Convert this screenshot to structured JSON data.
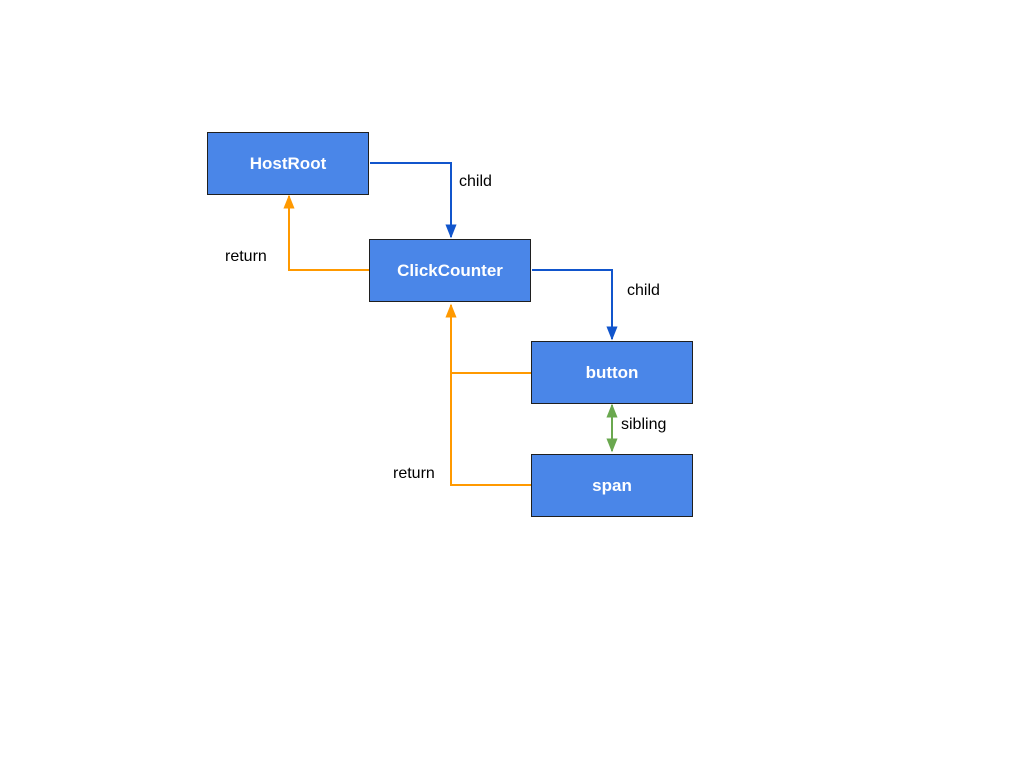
{
  "diagram": {
    "colors": {
      "node_fill": "#4a86e8",
      "node_text": "#ffffff",
      "child_edge": "#1155cc",
      "return_edge": "#ff9900",
      "sibling_edge": "#6aa84f"
    },
    "nodes": {
      "hostroot": "HostRoot",
      "clickcounter": "ClickCounter",
      "button": "button",
      "span": "span"
    },
    "edge_labels": {
      "child_1": "child",
      "child_2": "child",
      "return_1": "return",
      "return_2": "return",
      "sibling": "sibling"
    }
  }
}
